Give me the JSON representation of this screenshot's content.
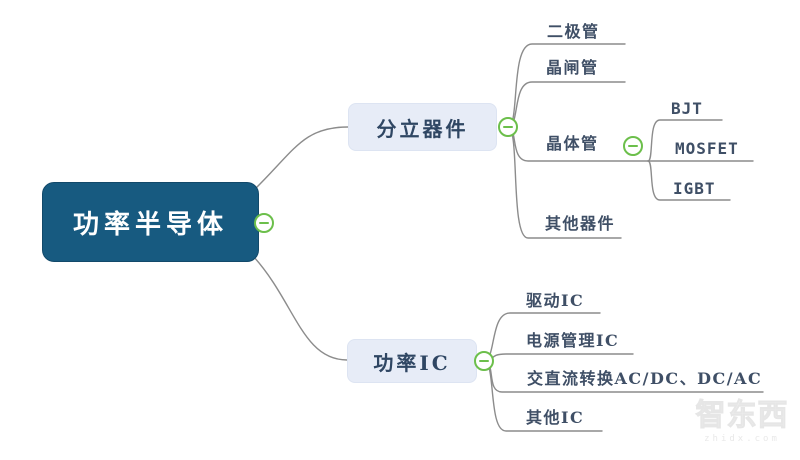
{
  "mindmap": {
    "root": {
      "label": "功率半导体",
      "collapse_icon": "minus-circle"
    },
    "branches": [
      {
        "label": "分立器件",
        "collapse_icon": "minus-circle",
        "children": [
          {
            "label": "二极管"
          },
          {
            "label": "晶闸管"
          },
          {
            "label": "晶体管",
            "collapse_icon": "minus-circle",
            "children": [
              {
                "label": "BJT"
              },
              {
                "label": "MOSFET"
              },
              {
                "label": "IGBT"
              }
            ]
          },
          {
            "label": "其他器件"
          }
        ]
      },
      {
        "label": "功率IC",
        "collapse_icon": "minus-circle",
        "children": [
          {
            "label": "驱动IC"
          },
          {
            "label": "电源管理IC"
          },
          {
            "label": "交直流转换AC/DC、DC/AC"
          },
          {
            "label": "其他IC"
          }
        ]
      }
    ]
  },
  "watermark": {
    "logo": "智东西",
    "site": "zhidx.com"
  },
  "colors": {
    "root_fill": "#175a80",
    "root_text": "#ffffff",
    "branch_fill": "#e7ecf7",
    "branch_text": "#2f4663",
    "child_text": "#3f4f66",
    "connector": "#8c8c8c",
    "collapse_green": "#6cbf4b",
    "background": "#ffffff",
    "watermark": "#ededed"
  }
}
